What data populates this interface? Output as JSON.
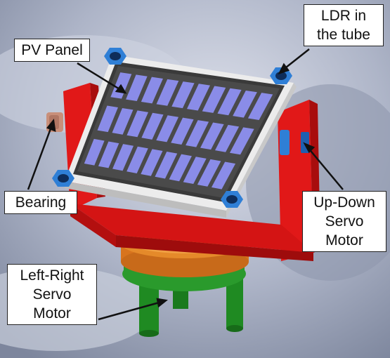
{
  "labels": {
    "pv_panel": "PV Panel",
    "ldr": [
      "LDR in",
      "the tube"
    ],
    "bearing": "Bearing",
    "up_down": [
      "Up-Down",
      "Servo",
      "Motor"
    ],
    "left_right": [
      "Left-Right",
      "Servo",
      "Motor"
    ]
  },
  "colors": {
    "frame_red": "#e11818",
    "panel_frame": "#ececec",
    "cell_blue": "#8a8ce8",
    "gear_orange": "#e58a2a",
    "base_green": "#1f8a22",
    "ldr_tube_blue": "#2f7fd6"
  }
}
